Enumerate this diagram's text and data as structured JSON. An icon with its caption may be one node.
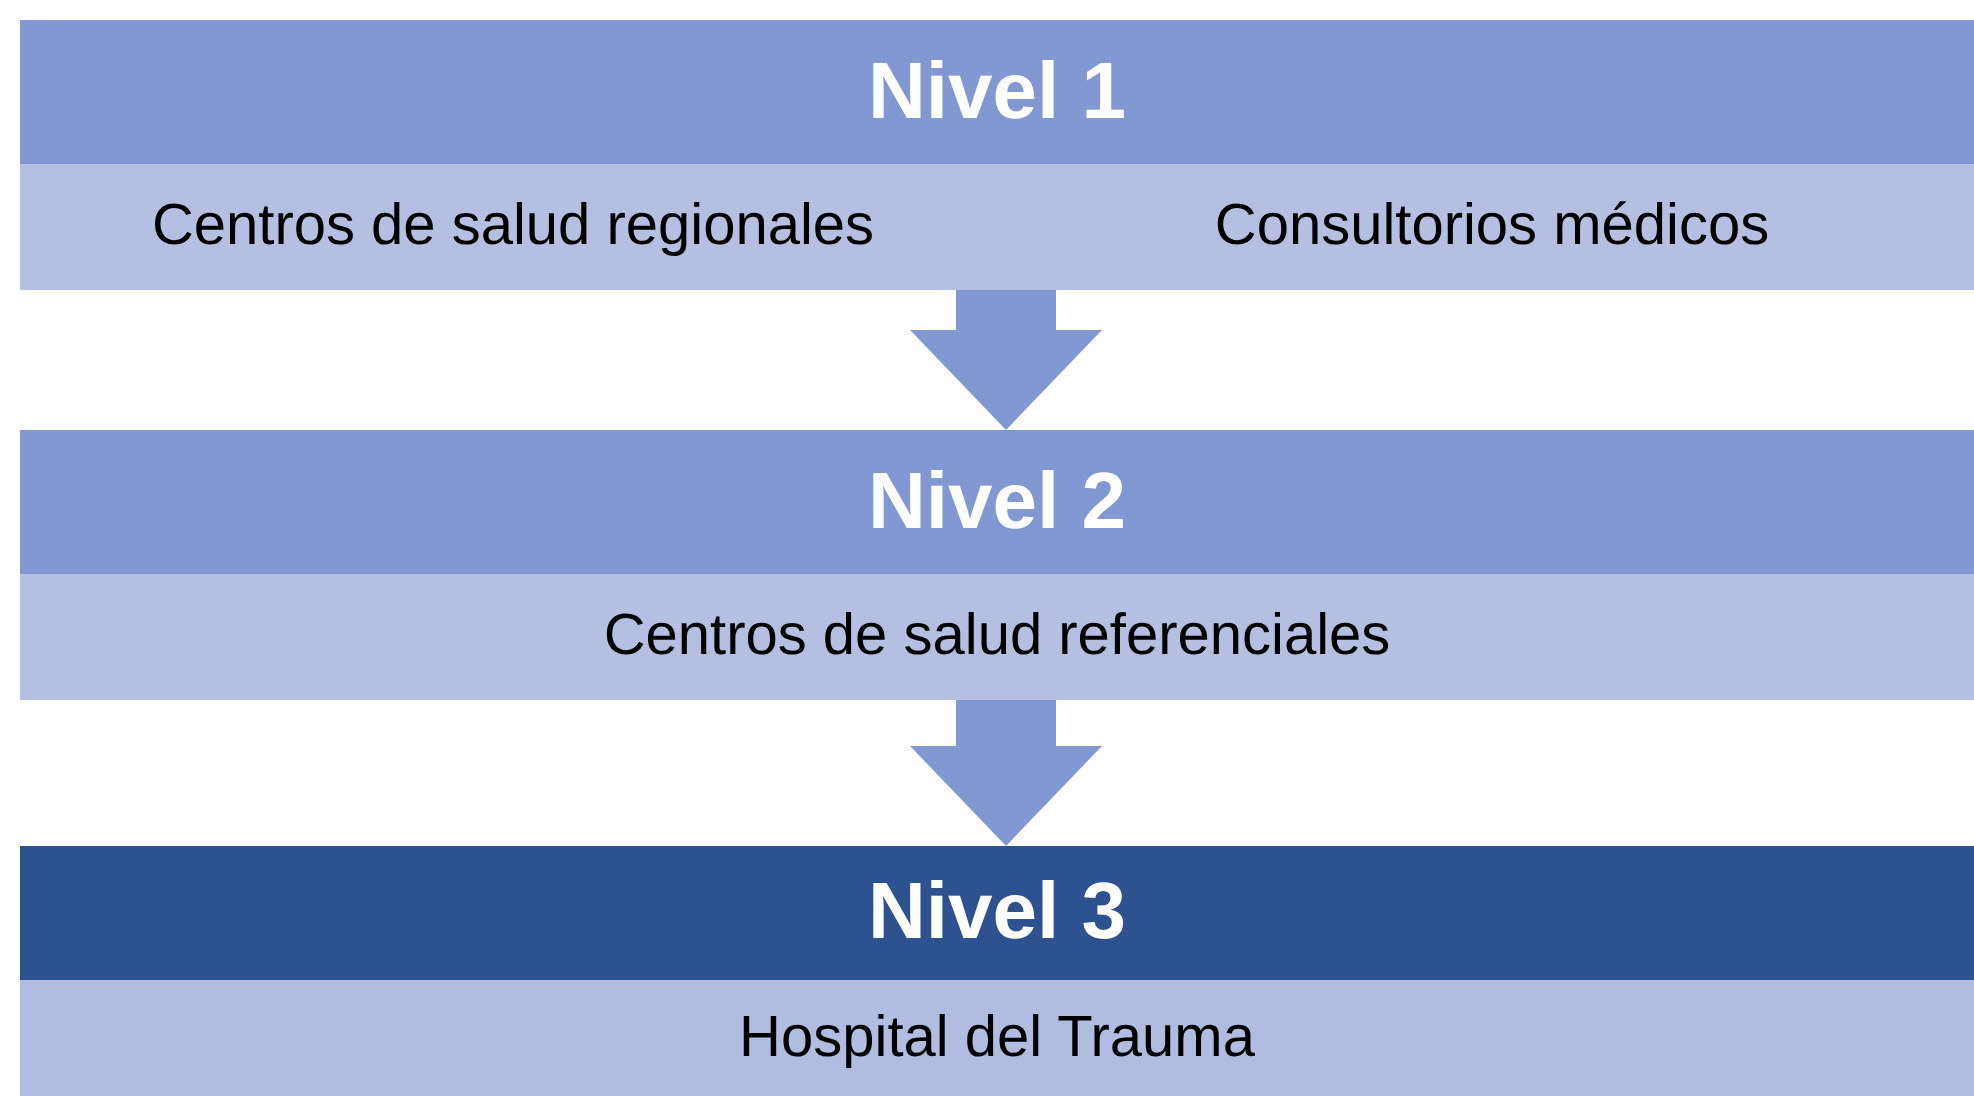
{
  "diagram": {
    "nodes": [
      {
        "text": [
          "Nivel 1"
        ]
      },
      {
        "text": [
          "Centros de salud regionales"
        ],
        "in": 0
      },
      {
        "text": [
          "Consultorios médicos"
        ],
        "in": 0
      },
      {
        "text": [
          "Nivel 2"
        ]
      },
      {
        "text": [
          "Centros de salud referenciales"
        ],
        "in": 3
      },
      {
        "text": [
          "Nivel 3"
        ]
      },
      {
        "text": [
          "Hospital del Trauma"
        ],
        "in": 5
      }
    ],
    "edges": [
      {
        "from": 0,
        "to": 3,
        "arrow": "to"
      },
      {
        "from": 3,
        "to": 5,
        "arrow": "to"
      }
    ]
  }
}
